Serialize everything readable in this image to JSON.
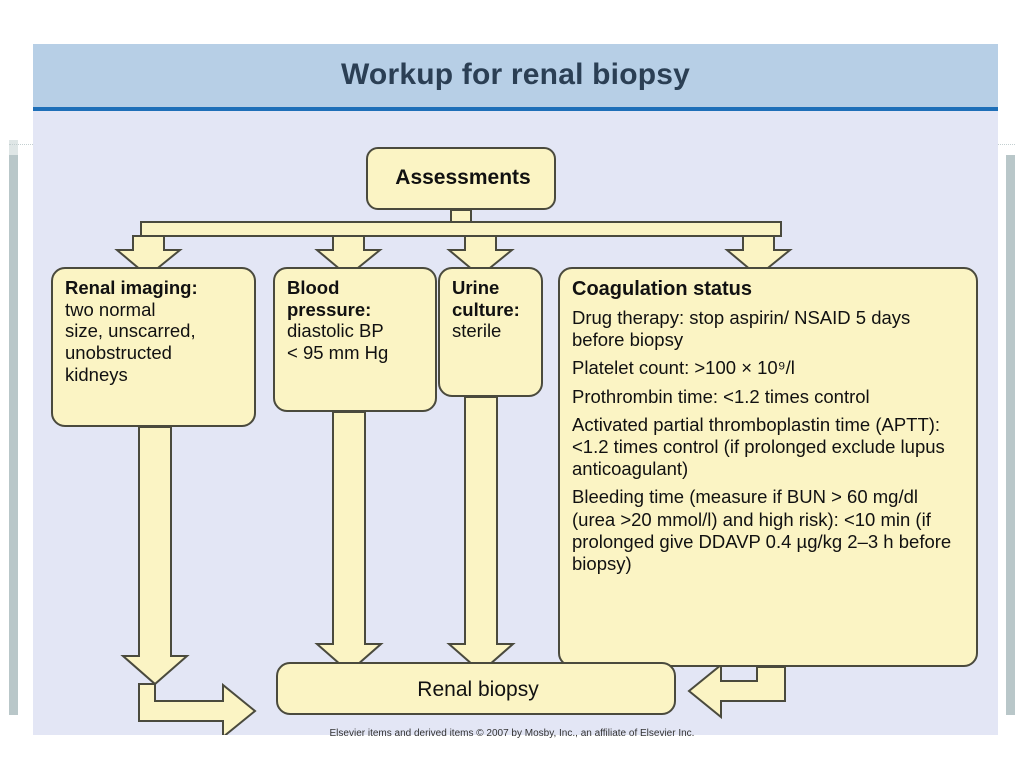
{
  "slide": {
    "title": "Workup for renal biopsy",
    "footer": "Elsevier items and derived items © 2007 by Mosby, Inc., an affiliate of Elsevier Inc."
  },
  "colors": {
    "title_band": "#b7cfe6",
    "title_rule": "#1e6fb8",
    "panel_bg": "#e3e6f5",
    "box_fill": "#fbf4c4",
    "box_border": "#4a4a3d",
    "title_text": "#2b3f54"
  },
  "diagram": {
    "root": {
      "label": "Assessments"
    },
    "nodes": [
      {
        "id": "renal-imaging",
        "heading": "Renal imaging:",
        "lines": [
          "two normal",
          "size, unscarred,",
          "unobstructed",
          "kidneys"
        ]
      },
      {
        "id": "blood-pressure",
        "heading": "Blood pressure:",
        "lines": [
          "diastolic BP",
          "< 95 mm Hg"
        ]
      },
      {
        "id": "urine-culture",
        "heading": "Urine culture:",
        "lines": [
          "sterile"
        ]
      }
    ],
    "coagulation": {
      "heading": "Coagulation status",
      "items": [
        "Drug  therapy: stop aspirin/ NSAID 5 days before biopsy",
        "Platelet count: >100 × 10⁹/l",
        "Prothrombin time: <1.2 times control",
        "Activated partial thromboplastin time (APTT): <1.2 times control (if prolonged exclude lupus anticoagulant)",
        "Bleeding time (measure if BUN > 60 mg/dl (urea >20 mmol/l) and high risk): <10 min (if prolonged give DDAVP 0.4 µg/kg 2–3 h before biopsy)"
      ]
    },
    "outcome": {
      "label": "Renal biopsy"
    }
  }
}
